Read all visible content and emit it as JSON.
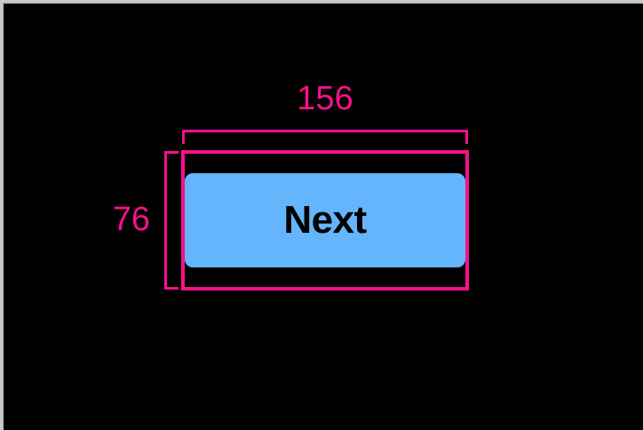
{
  "canvas": {
    "background_color": "#000000",
    "frame_color": "#c8c8c8"
  },
  "measurement": {
    "accent_color": "#f7108b",
    "width_label": "156",
    "height_label": "76",
    "width_units": "px",
    "height_units": "px"
  },
  "element": {
    "type": "button",
    "label": "Next",
    "fill_color": "#64b5fc",
    "text_color": "#000000",
    "margin_color": "#353d49",
    "margin_pattern": "diagonal-hatch",
    "border_box_color": "#f7108b"
  },
  "icons": {
    "margin_hatch_top": "margin-hatch-icon",
    "margin_hatch_bottom": "margin-hatch-icon",
    "width_bracket": "dimension-bracket-horizontal-icon",
    "height_bracket": "dimension-bracket-vertical-icon"
  }
}
